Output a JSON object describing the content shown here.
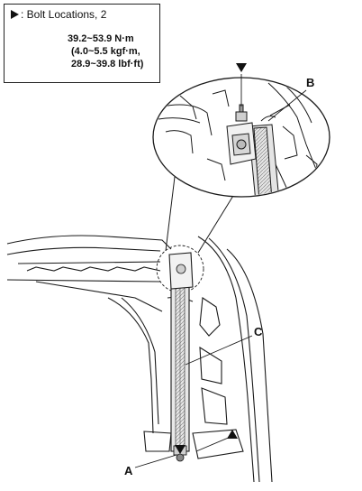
{
  "legend": {
    "marker_icon": "triangle-marker",
    "bolt_label": ": Bolt Locations, 2",
    "torque_line1": "39.2~53.9 N·m",
    "torque_line2": "(4.0~5.5 kgf·m,",
    "torque_line3": "28.9~39.8 lbf·ft)"
  },
  "callouts": {
    "a": "A",
    "b": "B",
    "c": "C"
  },
  "colors": {
    "line": "#1a1a1a",
    "shade": "#9a9a9a"
  }
}
